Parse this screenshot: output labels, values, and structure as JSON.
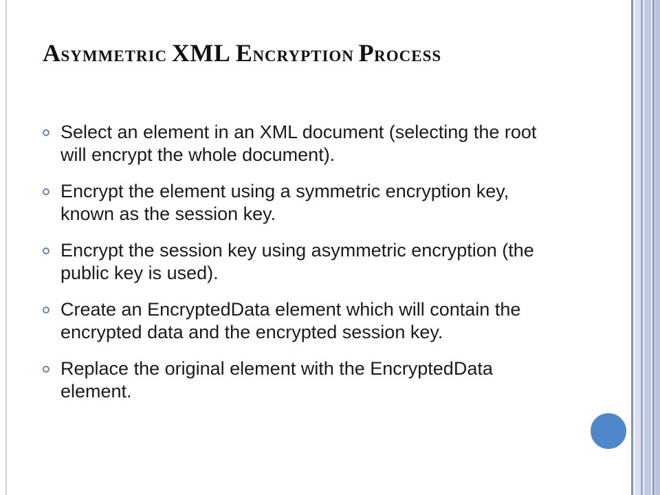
{
  "slide": {
    "title_parts": [
      {
        "text": "A",
        "small_caps": false
      },
      {
        "text": "SYMMETRIC ",
        "small_caps": true
      },
      {
        "text": "XML E",
        "small_caps": false
      },
      {
        "text": "NCRYPTION ",
        "small_caps": true
      },
      {
        "text": "P",
        "small_caps": false
      },
      {
        "text": "ROCESS",
        "small_caps": true
      }
    ],
    "bullets": [
      "Select an element in an XML document (selecting the root will encrypt the whole document).",
      " Encrypt the element using a symmetric encryption key, known as the session key.",
      "Encrypt the session key using asymmetric encryption (the public key is used).",
      " Create an EncryptedData element which will contain the encrypted data and the encrypted session key.",
      " Replace the original element with the EncryptedData element."
    ]
  },
  "colors": {
    "bullet_icon": "#5d86c1",
    "decor_circle": "#4f87cc",
    "side_stripes": "#9aabcf",
    "title_text": "#111111",
    "body_text": "#1a1a1a"
  },
  "icons": {
    "bullet": "hollow-circle-bullet-icon",
    "decor": "blue-circle-decoration"
  }
}
